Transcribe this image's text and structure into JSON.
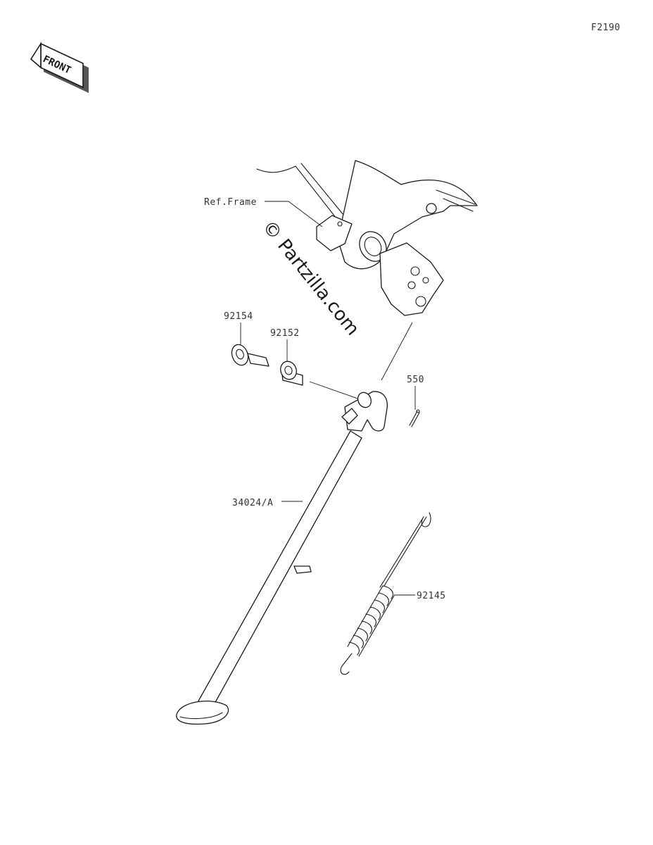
{
  "diagram_code": "F2190",
  "front_label": "FRONT",
  "watermark": "© Partzilla.com",
  "callouts": {
    "ref_frame": "Ref.Frame",
    "bolt": "92154",
    "collar": "92152",
    "cotter_pin": "550",
    "side_stand": "34024/A",
    "spring": "92145"
  }
}
